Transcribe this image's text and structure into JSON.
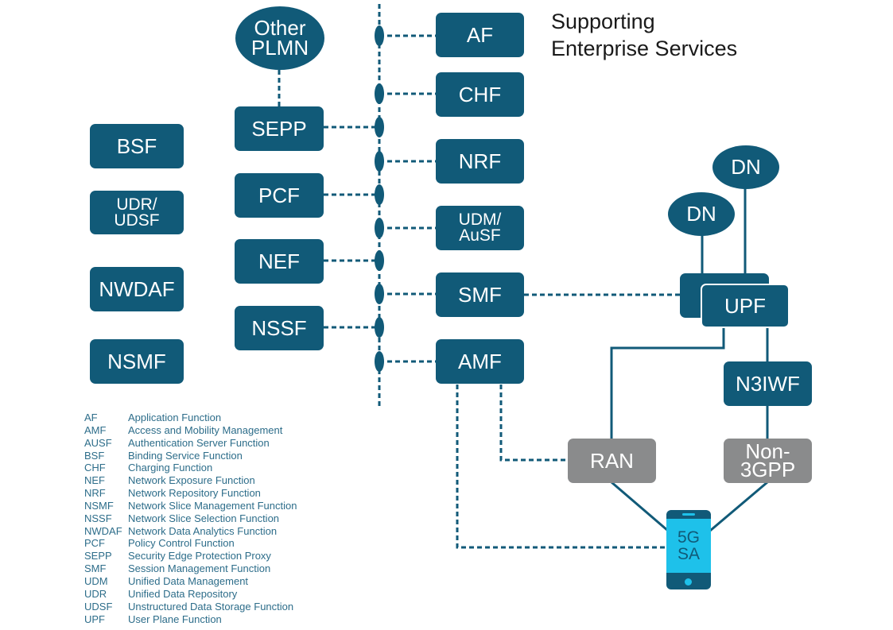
{
  "title": {
    "line1": "Supporting",
    "line2": "Enterprise Services"
  },
  "colors": {
    "primary": "#115a78",
    "gray": "#8a8b8c",
    "device_screen": "#1ec1ea",
    "legend_text": "#2d6d8a"
  },
  "left_column": [
    {
      "id": "bsf",
      "label": "BSF"
    },
    {
      "id": "udr-udsf",
      "label": "UDR/\nUDSF"
    },
    {
      "id": "nwdaf",
      "label": "NWDAF"
    },
    {
      "id": "nsmf",
      "label": "NSMF"
    }
  ],
  "other_plmn": {
    "line1": "Other",
    "line2": "PLMN"
  },
  "bus_left": [
    {
      "id": "sepp",
      "label": "SEPP"
    },
    {
      "id": "pcf",
      "label": "PCF"
    },
    {
      "id": "nef",
      "label": "NEF"
    },
    {
      "id": "nssf",
      "label": "NSSF"
    }
  ],
  "bus_right": [
    {
      "id": "af",
      "label": "AF"
    },
    {
      "id": "chf",
      "label": "CHF"
    },
    {
      "id": "nrf",
      "label": "NRF"
    },
    {
      "id": "udm-ausf",
      "line1": "UDM/",
      "line2": "AuSF"
    },
    {
      "id": "smf",
      "label": "SMF"
    },
    {
      "id": "amf",
      "label": "AMF"
    }
  ],
  "user_plane": {
    "dn1": "DN",
    "dn2": "DN",
    "upf": "UPF",
    "n3iwf": "N3IWF",
    "ran": "RAN",
    "non3gpp_line1": "Non-",
    "non3gpp_line2": "3GPP",
    "device_line1": "5G",
    "device_line2": "SA"
  },
  "legend": [
    {
      "abbr": "AF",
      "desc": "Application Function"
    },
    {
      "abbr": "AMF",
      "desc": "Access and Mobility Management"
    },
    {
      "abbr": "AUSF",
      "desc": "Authentication Server Function"
    },
    {
      "abbr": "BSF",
      "desc": "Binding Service Function"
    },
    {
      "abbr": "CHF",
      "desc": "Charging Function"
    },
    {
      "abbr": "NEF",
      "desc": "Network Exposure Function"
    },
    {
      "abbr": "NRF",
      "desc": "Network Repository Function"
    },
    {
      "abbr": "NSMF",
      "desc": "Network Slice Management Function"
    },
    {
      "abbr": "NSSF",
      "desc": "Network Slice Selection Function"
    },
    {
      "abbr": "NWDAF",
      "desc": "Network Data Analytics Function"
    },
    {
      "abbr": "PCF",
      "desc": "Policy Control Function"
    },
    {
      "abbr": "SEPP",
      "desc": "Security Edge Protection Proxy"
    },
    {
      "abbr": "SMF",
      "desc": "Session Management Function"
    },
    {
      "abbr": "UDM",
      "desc": "Unified Data Management"
    },
    {
      "abbr": "UDR",
      "desc": "Unified Data Repository"
    },
    {
      "abbr": "UDSF",
      "desc": "Unstructured Data Storage Function"
    },
    {
      "abbr": "UPF",
      "desc": "User Plane Function"
    }
  ]
}
